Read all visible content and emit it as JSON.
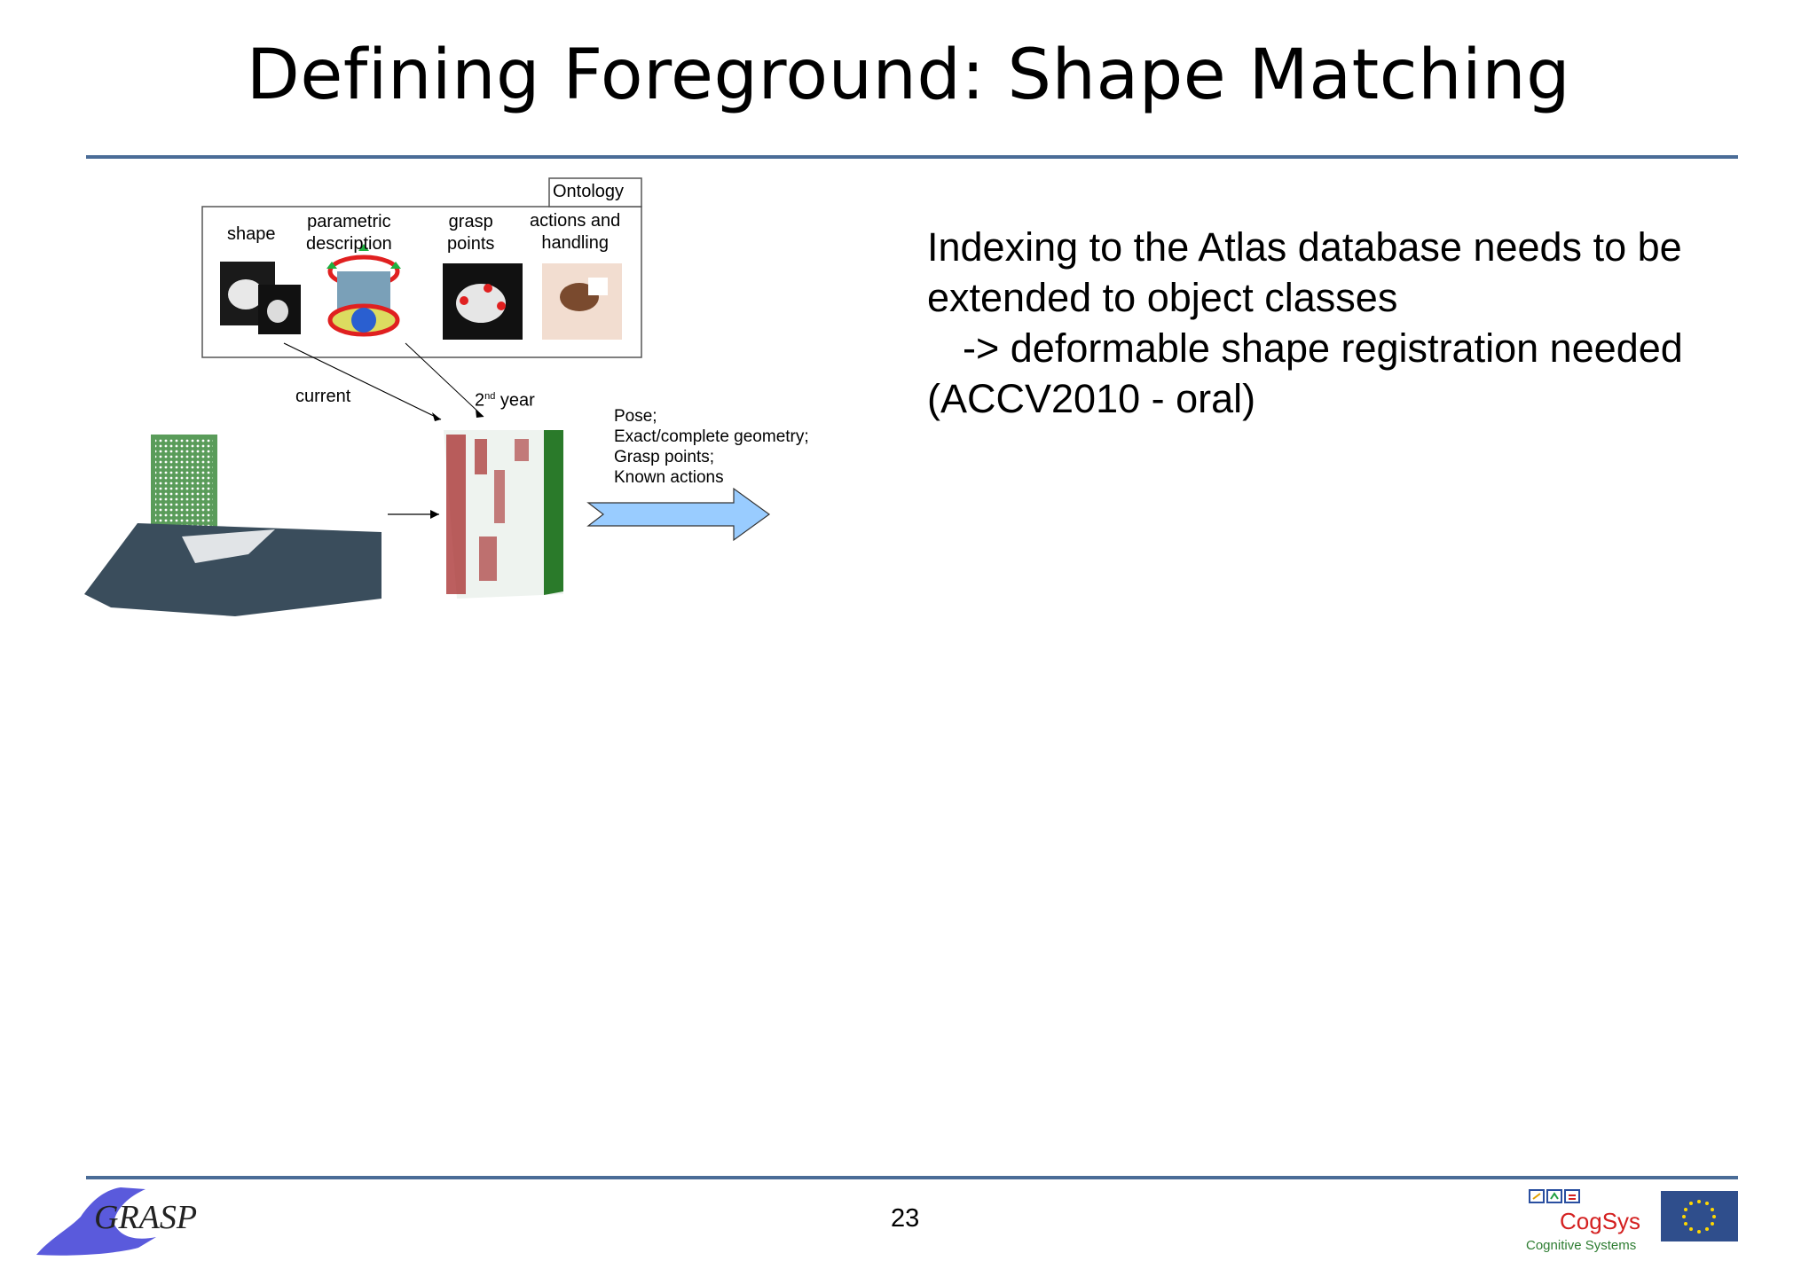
{
  "slide": {
    "title": "Defining Foreground: Shape Matching",
    "page_number": "23",
    "body": {
      "line1": "Indexing to the Atlas database needs to be",
      "line2": "extended to object classes",
      "line3": "-> deformable shape registration needed",
      "line4": "(ACCV2010 - oral)"
    }
  },
  "figure": {
    "ontology_label": "Ontology",
    "columns": {
      "shape": "shape",
      "parametric_1": "parametric",
      "parametric_2": "description",
      "grasp_1": "grasp",
      "grasp_2": "points",
      "actions_1": "actions and",
      "actions_2": "handling"
    },
    "current_label": "current",
    "second_year_base": "2",
    "second_year_sup": "nd",
    "second_year_rest": " year",
    "notes": {
      "line1": "Pose;",
      "line2": "Exact/complete geometry;",
      "line3": "Grasp points;",
      "line4": "Known actions"
    }
  },
  "logos": {
    "grasp": "GRASP",
    "cogsys": "CogSys",
    "cogsys_sub": "Cognitive Systems"
  },
  "colors": {
    "rule": "#4a6c97",
    "arrow_fill": "#99ccff",
    "green_cloud": "#3d8b3d",
    "red_cloud": "#a52a2a",
    "blue_cloud": "#3a4d5c",
    "cogsys_red": "#d42020",
    "cogsys_green": "#2e7d32",
    "eu_blue": "#2f4e8c"
  }
}
